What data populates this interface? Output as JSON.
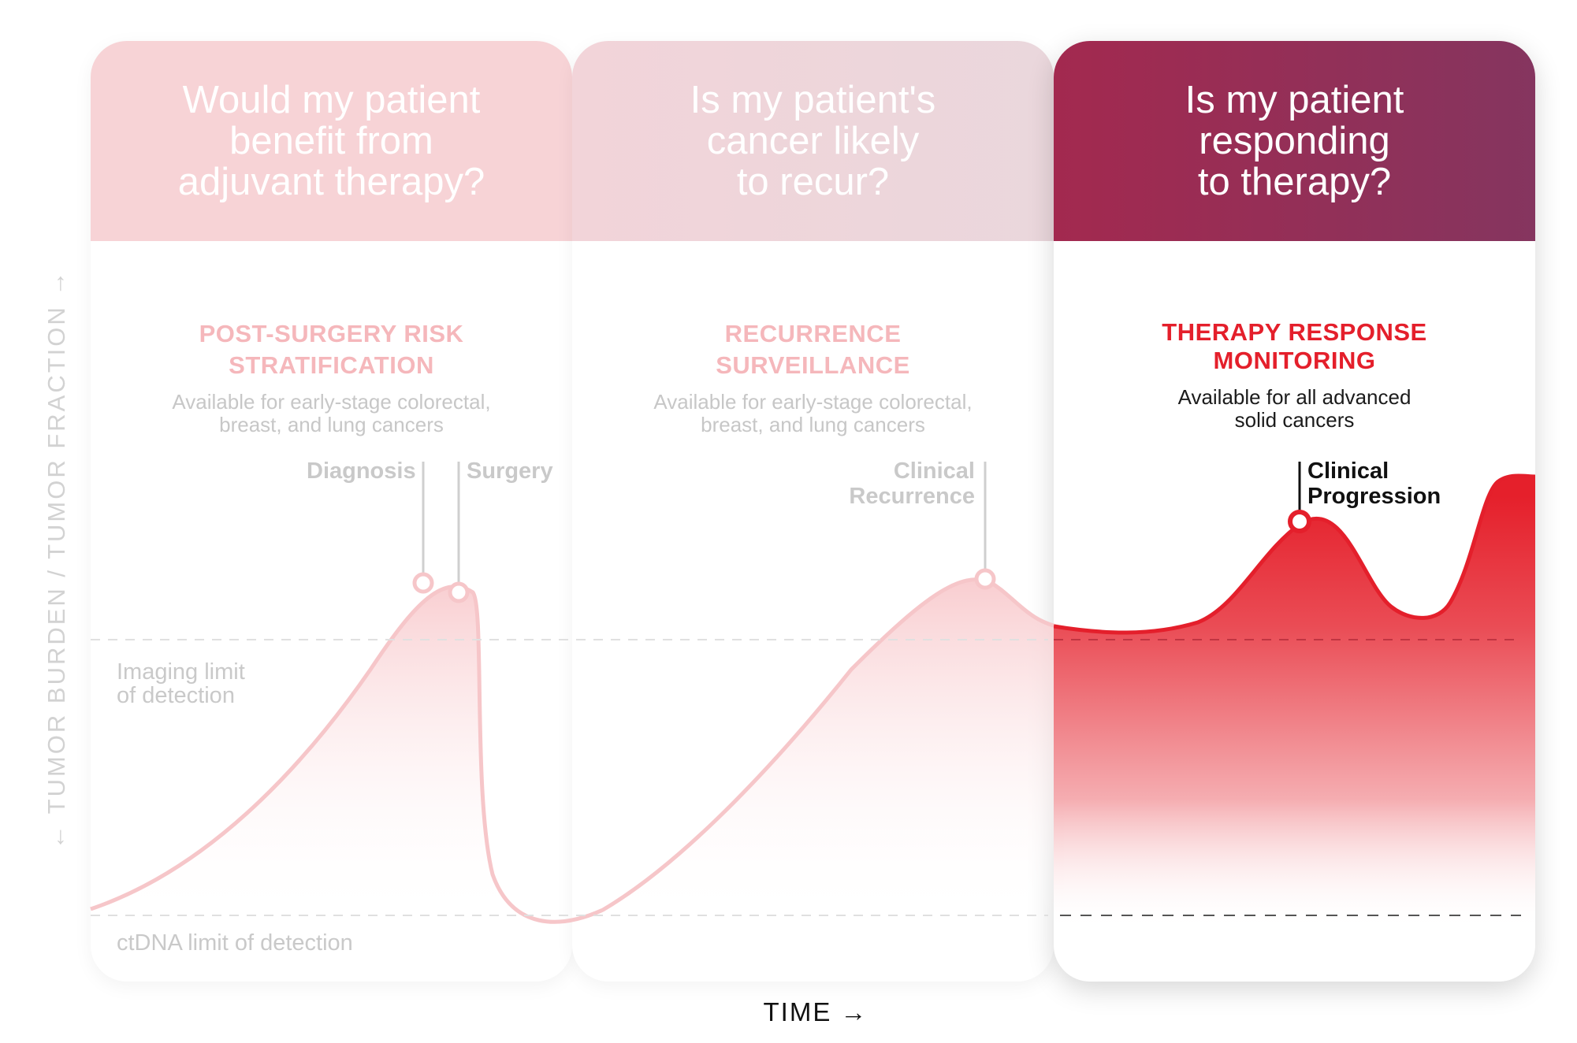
{
  "axis": {
    "y_label": "← TUMOR BURDEN / TUMOR FRACTION →",
    "x_label": "TIME →"
  },
  "panels": [
    {
      "question": "Would my patient\nbenefit from\nadjuvant therapy?",
      "title": "POST-SURGERY RISK\nSTRATIFICATION",
      "description": "Available for early-stage colorectal,\nbreast, and lung cancers"
    },
    {
      "question": "Is my patient's\ncancer likely\nto recur?",
      "title": "RECURRENCE\nSURVEILLANCE",
      "description": "Available for early-stage colorectal,\nbreast, and lung cancers"
    },
    {
      "question": "Is my patient\nresponding\nto therapy?",
      "title": "THERAPY RESPONSE\nMONITORING",
      "description": "Available for all advanced\nsolid cancers"
    }
  ],
  "markers": {
    "diagnosis": "Diagnosis",
    "surgery": "Surgery",
    "clinical_recurrence": "Clinical\nRecurrence",
    "clinical_progression": "Clinical\nProgression"
  },
  "thresholds": {
    "imaging": "Imaging limit\nof detection",
    "ctdna": "ctDNA limit of detection"
  },
  "colors": {
    "highlight_red": "#e41f2b",
    "faint_pink": "#f5b7bb",
    "head_dark": "#a3294f",
    "head_dark_end": "#85355f"
  }
}
